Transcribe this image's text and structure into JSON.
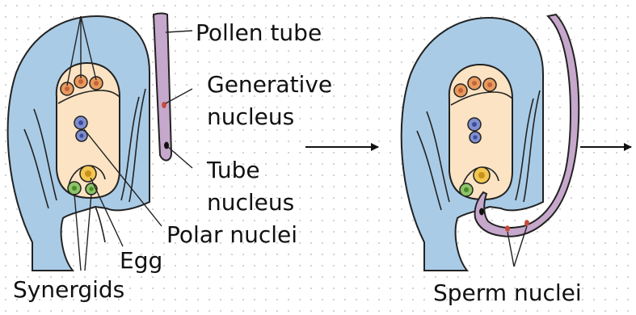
{
  "labels": {
    "pollen_tube": "Pollen tube",
    "generative_line1": "Generative",
    "generative_line2": "nucleus",
    "tube_line1": "Tube",
    "tube_line2": "nucleus",
    "polar_nuclei": "Polar nuclei",
    "egg": "Egg",
    "synergids": "Synergids",
    "sperm_nuclei": "Sperm nuclei"
  },
  "colors": {
    "integument": "#a9cbe6",
    "embryo_sac": "#fbe3c3",
    "pollen_tube": "#c6a8cc",
    "nucleus_orange": "#e89a5d",
    "nucleus_blue": "#7f8fcf",
    "egg_yellow": "#f3c64f",
    "synergid_green": "#8dc468",
    "outline": "#222222"
  }
}
